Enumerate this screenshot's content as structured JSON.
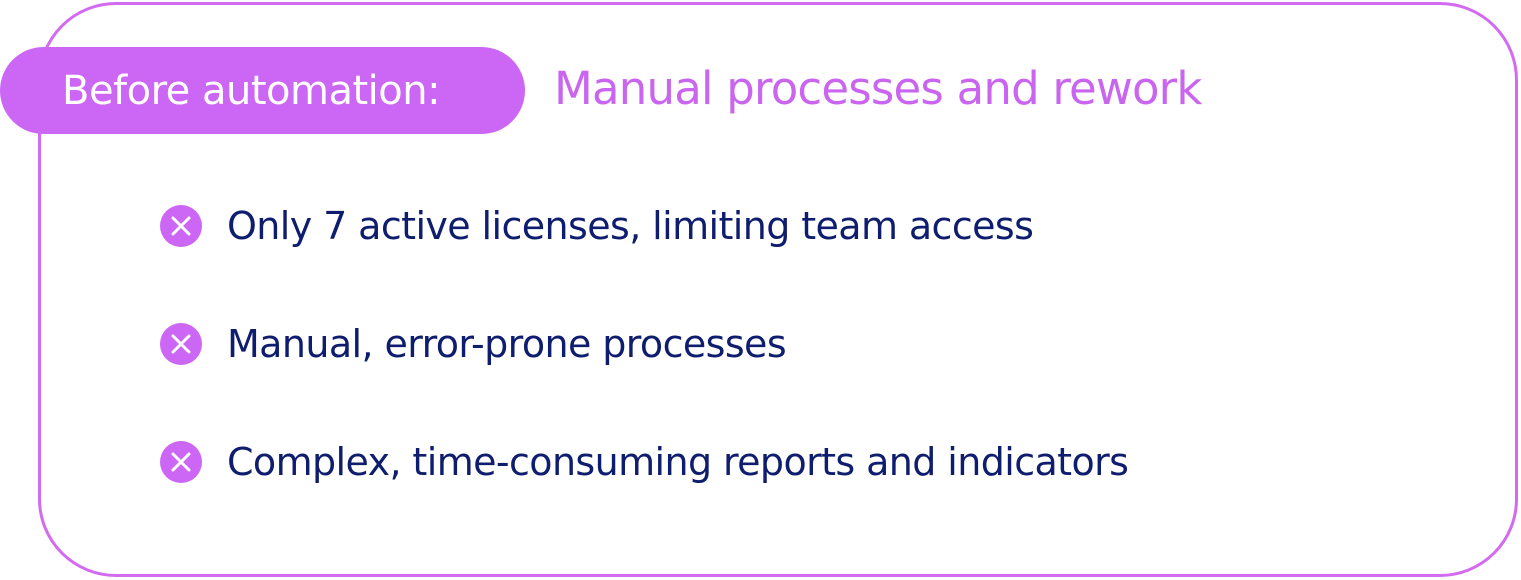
{
  "badge": {
    "label": "Before automation:"
  },
  "headline": "Manual processes and rework",
  "items": [
    {
      "text": "Only 7 active licenses, limiting team access",
      "icon": "x-circle-icon"
    },
    {
      "text": "Manual, error-prone processes",
      "icon": "x-circle-icon"
    },
    {
      "text": "Complex, time-consuming reports and indicators",
      "icon": "x-circle-icon"
    }
  ],
  "colors": {
    "accent": "#cc66f4",
    "border": "#d36bf0",
    "text": "#0f1d6e",
    "background": "#ffffff"
  }
}
